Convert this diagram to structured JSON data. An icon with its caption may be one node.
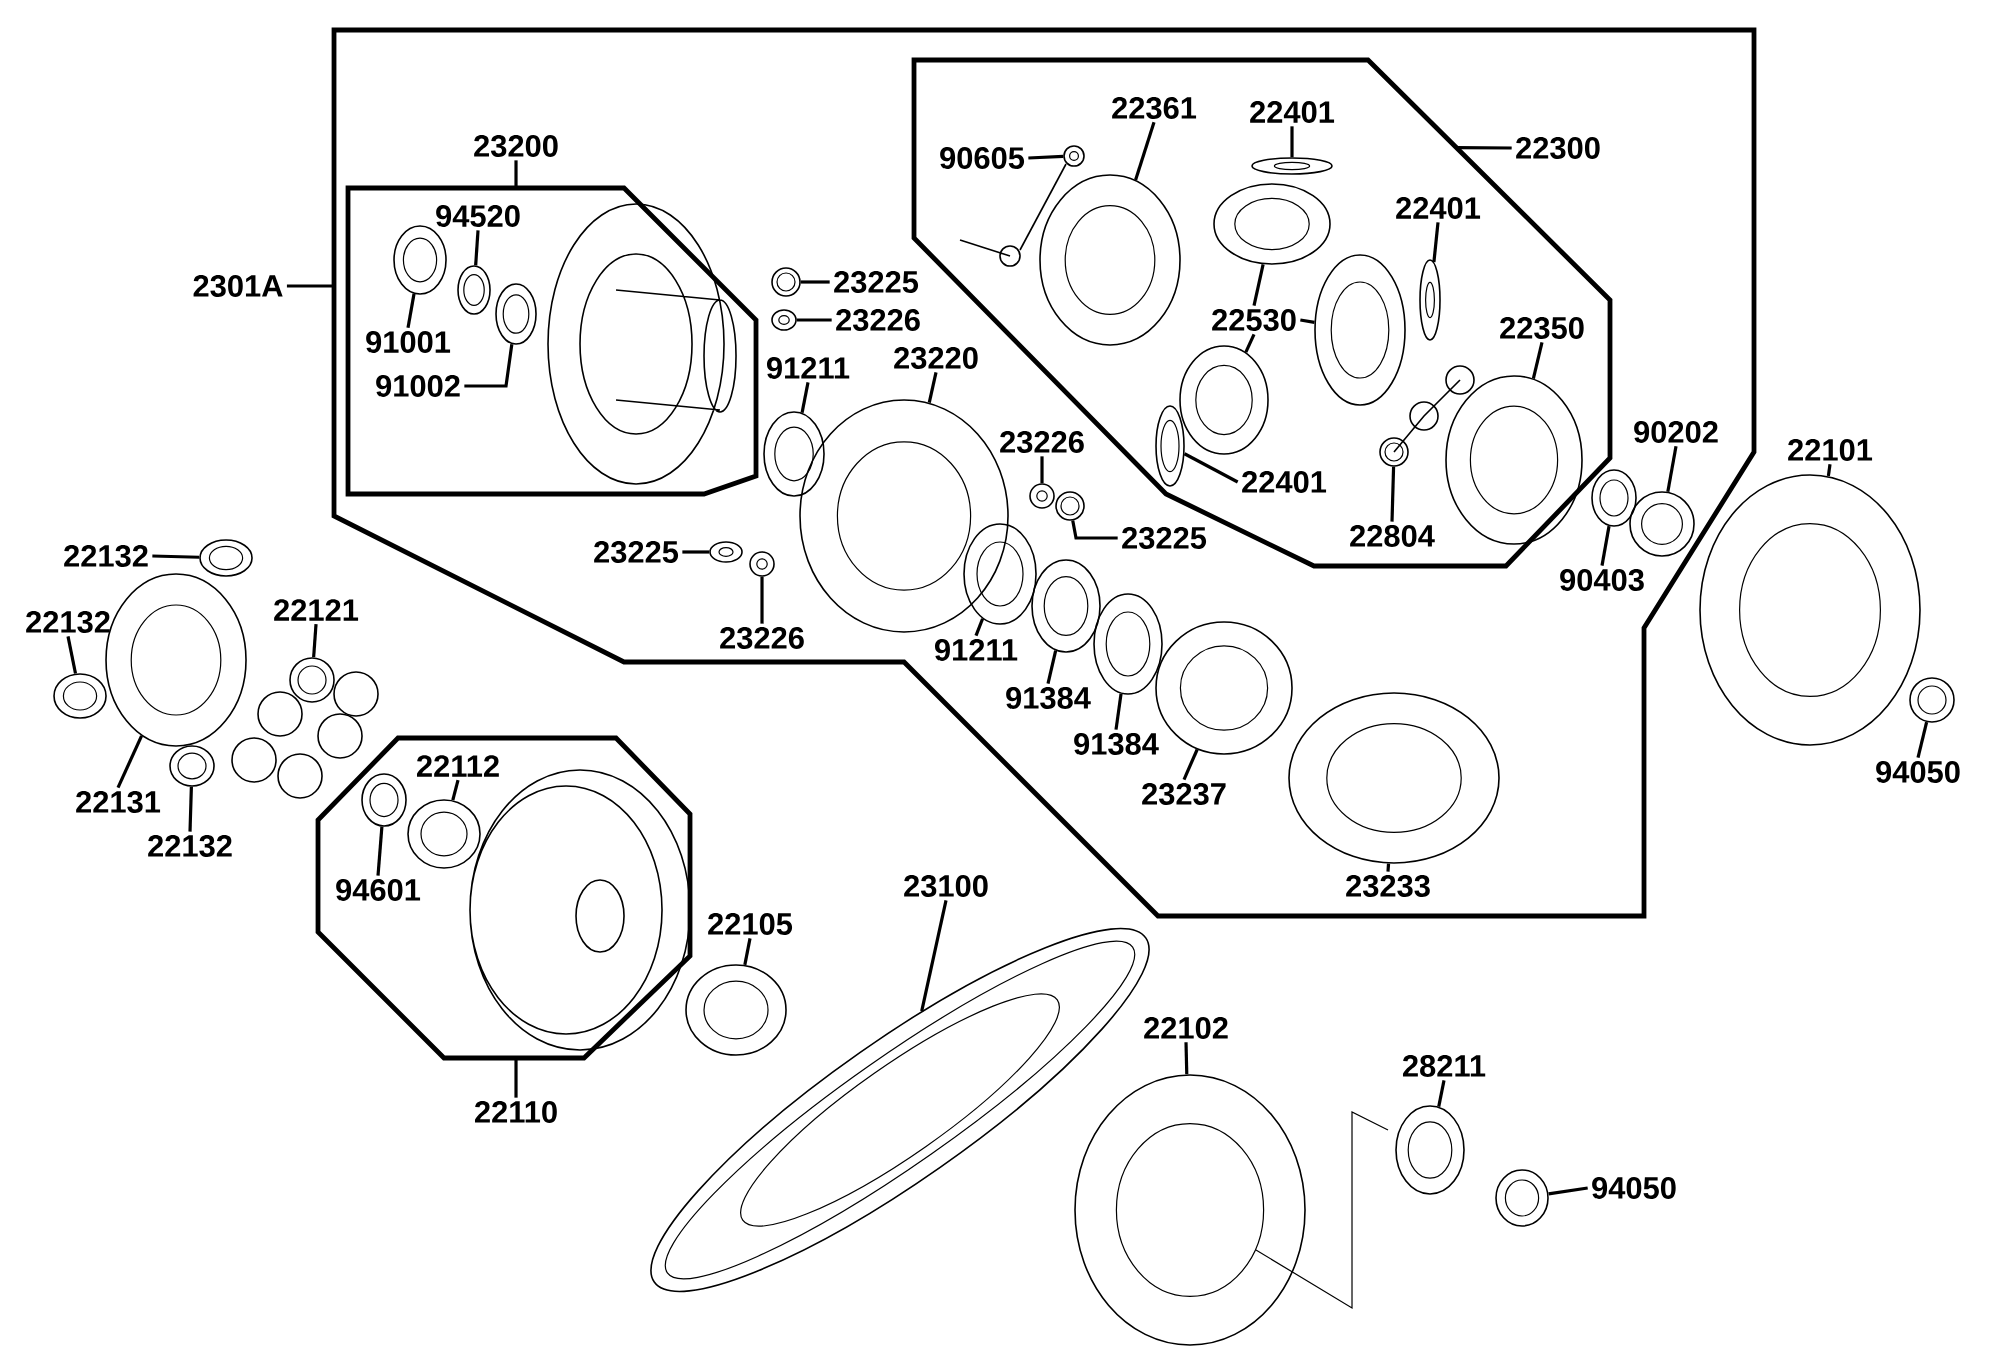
{
  "diagram": {
    "nodes": [
      {
        "text": [],
        "shape": "box"
      },
      {
        "text": [
          "2301A"
        ]
      },
      {
        "text": [],
        "shape": "box",
        "in": 0
      },
      {
        "text": [
          "23200"
        ],
        "in": 0
      },
      {
        "text": [
          "94520"
        ],
        "in": 2
      },
      {
        "text": [],
        "shape": "picture",
        "in": 2
      },
      {
        "text": [
          "91001"
        ],
        "in": 2
      },
      {
        "text": [],
        "shape": "picture",
        "in": 2
      },
      {
        "text": [
          "91002"
        ],
        "in": 2
      },
      {
        "text": [],
        "shape": "picture",
        "in": 2
      },
      {
        "text": [],
        "shape": "box",
        "in": 0
      },
      {
        "text": [
          "22300"
        ],
        "in": 0
      },
      {
        "text": [
          "90605"
        ],
        "in": 10
      },
      {
        "text": [],
        "shape": "picture",
        "in": 10
      },
      {
        "text": [
          "22361"
        ],
        "in": 10
      },
      {
        "text": [],
        "shape": "picture",
        "in": 10
      },
      {
        "text": [
          "22401"
        ],
        "in": 10
      },
      {
        "text": [],
        "shape": "picture",
        "in": 10
      },
      {
        "text": [
          "22401"
        ],
        "in": 10
      },
      {
        "text": [],
        "shape": "picture",
        "in": 10
      },
      {
        "text": [
          "22530"
        ],
        "in": 10
      },
      {
        "text": [],
        "shape": "picture",
        "in": 10
      },
      {
        "text": [],
        "shape": "picture",
        "in": 10
      },
      {
        "text": [],
        "shape": "picture",
        "in": 10
      },
      {
        "text": [
          "22401"
        ],
        "in": 10
      },
      {
        "text": [],
        "shape": "picture",
        "in": 10
      },
      {
        "text": [
          "22350"
        ],
        "in": 10
      },
      {
        "text": [],
        "shape": "picture",
        "in": 10
      },
      {
        "text": [
          "22804"
        ],
        "in": 10
      },
      {
        "text": [],
        "shape": "picture",
        "in": 10
      },
      {
        "text": [
          "23225"
        ],
        "in": 0
      },
      {
        "text": [],
        "shape": "picture",
        "in": 0
      },
      {
        "text": [
          "23226"
        ],
        "in": 0
      },
      {
        "text": [],
        "shape": "picture",
        "in": 0
      },
      {
        "text": [
          "91211"
        ],
        "in": 0
      },
      {
        "text": [],
        "shape": "picture",
        "in": 0
      },
      {
        "text": [
          "23220"
        ],
        "in": 0
      },
      {
        "text": [],
        "shape": "picture",
        "in": 0
      },
      {
        "text": [
          "23226"
        ],
        "in": 0
      },
      {
        "text": [],
        "shape": "picture",
        "in": 0
      },
      {
        "text": [
          "23225"
        ],
        "in": 0
      },
      {
        "text": [],
        "shape": "picture",
        "in": 0
      },
      {
        "text": [
          "23225"
        ],
        "in": 0
      },
      {
        "text": [],
        "shape": "picture",
        "in": 0
      },
      {
        "text": [
          "23226"
        ],
        "in": 0
      },
      {
        "text": [],
        "shape": "picture",
        "in": 0
      },
      {
        "text": [
          "91211"
        ],
        "in": 0
      },
      {
        "text": [],
        "shape": "picture",
        "in": 0
      },
      {
        "text": [
          "91384"
        ],
        "in": 0
      },
      {
        "text": [],
        "shape": "picture",
        "in": 0
      },
      {
        "text": [
          "91384"
        ],
        "in": 0
      },
      {
        "text": [],
        "shape": "picture",
        "in": 0
      },
      {
        "text": [
          "23237"
        ],
        "in": 0
      },
      {
        "text": [],
        "shape": "picture",
        "in": 0
      },
      {
        "text": [
          "23233"
        ],
        "in": 0
      },
      {
        "text": [],
        "shape": "picture",
        "in": 0
      },
      {
        "text": [
          "90202"
        ],
        "in": 0
      },
      {
        "text": [],
        "shape": "picture",
        "in": 0
      },
      {
        "text": [
          "90403"
        ],
        "in": 0
      },
      {
        "text": [],
        "shape": "picture",
        "in": 0
      },
      {
        "text": [
          "22101"
        ]
      },
      {
        "text": [],
        "shape": "picture"
      },
      {
        "text": [
          "94050"
        ]
      },
      {
        "text": [],
        "shape": "picture"
      },
      {
        "text": [
          "22132"
        ]
      },
      {
        "text": [],
        "shape": "picture"
      },
      {
        "text": [
          "22132"
        ]
      },
      {
        "text": [],
        "shape": "picture"
      },
      {
        "text": [
          "22131"
        ]
      },
      {
        "text": [],
        "shape": "picture"
      },
      {
        "text": [
          "22132"
        ]
      },
      {
        "text": [],
        "shape": "picture"
      },
      {
        "text": [
          "22121"
        ]
      },
      {
        "text": [],
        "shape": "picture"
      },
      {
        "text": [],
        "shape": "box"
      },
      {
        "text": [
          "22110"
        ]
      },
      {
        "text": [
          "22112"
        ],
        "in": 74
      },
      {
        "text": [],
        "shape": "picture",
        "in": 74
      },
      {
        "text": [
          "94601"
        ],
        "in": 74
      },
      {
        "text": [],
        "shape": "picture",
        "in": 74
      },
      {
        "text": [
          "22105"
        ]
      },
      {
        "text": [],
        "shape": "picture"
      },
      {
        "text": [
          "23100"
        ]
      },
      {
        "text": [],
        "shape": "picture"
      },
      {
        "text": [
          "22102"
        ]
      },
      {
        "text": [],
        "shape": "picture"
      },
      {
        "text": [
          "28211"
        ]
      },
      {
        "text": [],
        "shape": "picture"
      },
      {
        "text": [
          "94050"
        ]
      },
      {
        "text": [],
        "shape": "picture"
      }
    ],
    "edges": [
      {
        "from": 1,
        "to": 0,
        "arrow": "none"
      },
      {
        "from": 3,
        "to": 2,
        "arrow": "none"
      },
      {
        "from": 11,
        "to": 10,
        "arrow": "none"
      },
      {
        "from": 4,
        "to": 5,
        "arrow": "none"
      },
      {
        "from": 6,
        "to": 7,
        "arrow": "none"
      },
      {
        "from": 8,
        "to": 9,
        "arrow": "none"
      },
      {
        "from": 12,
        "to": 13,
        "arrow": "none"
      },
      {
        "from": 14,
        "to": 15,
        "arrow": "none"
      },
      {
        "from": 16,
        "to": 17,
        "arrow": "none"
      },
      {
        "from": 18,
        "to": 19,
        "arrow": "none"
      },
      {
        "from": 20,
        "to": 21,
        "arrow": "none"
      },
      {
        "from": 20,
        "to": 22,
        "arrow": "none"
      },
      {
        "from": 20,
        "to": 23,
        "arrow": "none"
      },
      {
        "from": 24,
        "to": 25,
        "arrow": "none"
      },
      {
        "from": 26,
        "to": 27,
        "arrow": "none"
      },
      {
        "from": 28,
        "to": 29,
        "arrow": "none"
      },
      {
        "from": 30,
        "to": 31,
        "arrow": "none"
      },
      {
        "from": 32,
        "to": 33,
        "arrow": "none"
      },
      {
        "from": 34,
        "to": 35,
        "arrow": "none"
      },
      {
        "from": 36,
        "to": 37,
        "arrow": "none"
      },
      {
        "from": 38,
        "to": 39,
        "arrow": "none"
      },
      {
        "from": 40,
        "to": 41,
        "arrow": "none"
      },
      {
        "from": 42,
        "to": 43,
        "arrow": "none"
      },
      {
        "from": 44,
        "to": 45,
        "arrow": "none"
      },
      {
        "from": 46,
        "to": 47,
        "arrow": "none"
      },
      {
        "from": 48,
        "to": 49,
        "arrow": "none"
      },
      {
        "from": 50,
        "to": 51,
        "arrow": "none"
      },
      {
        "from": 52,
        "to": 53,
        "arrow": "none"
      },
      {
        "from": 54,
        "to": 55,
        "arrow": "none"
      },
      {
        "from": 56,
        "to": 57,
        "arrow": "none"
      },
      {
        "from": 58,
        "to": 59,
        "arrow": "none"
      },
      {
        "from": 60,
        "to": 61,
        "arrow": "none"
      },
      {
        "from": 62,
        "to": 63,
        "arrow": "none"
      },
      {
        "from": 64,
        "to": 65,
        "arrow": "none"
      },
      {
        "from": 66,
        "to": 67,
        "arrow": "none"
      },
      {
        "from": 68,
        "to": 69,
        "arrow": "none"
      },
      {
        "from": 70,
        "to": 71,
        "arrow": "none"
      },
      {
        "from": 72,
        "to": 73,
        "arrow": "none"
      },
      {
        "from": 75,
        "to": 74,
        "arrow": "none"
      },
      {
        "from": 76,
        "to": 77,
        "arrow": "none"
      },
      {
        "from": 78,
        "to": 79,
        "arrow": "none"
      },
      {
        "from": 80,
        "to": 81,
        "arrow": "none"
      },
      {
        "from": 82,
        "to": 83,
        "arrow": "none"
      },
      {
        "from": 84,
        "to": 85,
        "arrow": "none"
      },
      {
        "from": 86,
        "to": 87,
        "arrow": "none"
      },
      {
        "from": 88,
        "to": 89,
        "arrow": "none"
      }
    ]
  }
}
